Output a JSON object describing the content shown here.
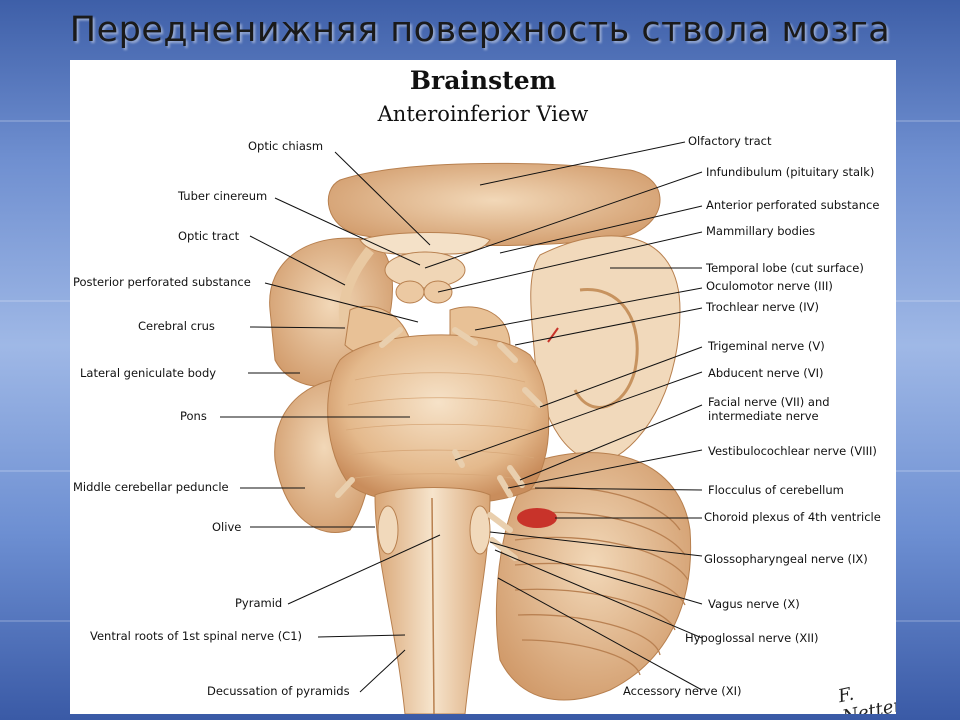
{
  "slide": {
    "title": "Передненижняя поверхность ствола мозга"
  },
  "figure": {
    "title": "Brainstem",
    "subtitle": "Anteroinferior View",
    "signature": "F. Netter"
  },
  "labels": {
    "optic_chiasm": "Optic chiasm",
    "tuber_cinereum": "Tuber cinereum",
    "optic_tract": "Optic tract",
    "posterior_perforated_substance": "Posterior perforated substance",
    "cerebral_crus": "Cerebral crus",
    "lateral_geniculate_body": "Lateral geniculate body",
    "pons": "Pons",
    "middle_cerebellar_peduncle": "Middle cerebellar peduncle",
    "olive": "Olive",
    "pyramid": "Pyramid",
    "ventral_roots_c1": "Ventral roots of 1st spinal nerve (C1)",
    "decussation_of_pyramids": "Decussation of pyramids",
    "olfactory_tract": "Olfactory tract",
    "infundibulum": "Infundibulum (pituitary stalk)",
    "anterior_perforated_substance": "Anterior perforated substance",
    "mammillary_bodies": "Mammillary bodies",
    "temporal_lobe": "Temporal lobe (cut surface)",
    "oculomotor_nerve": "Oculomotor nerve (III)",
    "trochlear_nerve": "Trochlear nerve (IV)",
    "trigeminal_nerve": "Trigeminal nerve (V)",
    "abducent_nerve": "Abducent nerve (VI)",
    "facial_nerve_line1": "Facial nerve (VII) and",
    "facial_nerve_line2": "intermediate nerve",
    "vestibulocochlear_nerve": "Vestibulocochlear nerve (VIII)",
    "flocculus": "Flocculus of cerebellum",
    "choroid_plexus": "Choroid plexus of 4th ventricle",
    "glossopharyngeal_nerve": "Glossopharyngeal nerve (IX)",
    "vagus_nerve": "Vagus nerve (X)",
    "hypoglossal_nerve": "Hypoglossal nerve (XII)",
    "accessory_nerve": "Accessory nerve (XI)"
  },
  "colors": {
    "tissue_light": "#f3dcc0",
    "tissue_mid": "#e2b68a",
    "tissue_dark": "#c98d5c",
    "choroid": "#c8332a",
    "leader": "#111111"
  }
}
